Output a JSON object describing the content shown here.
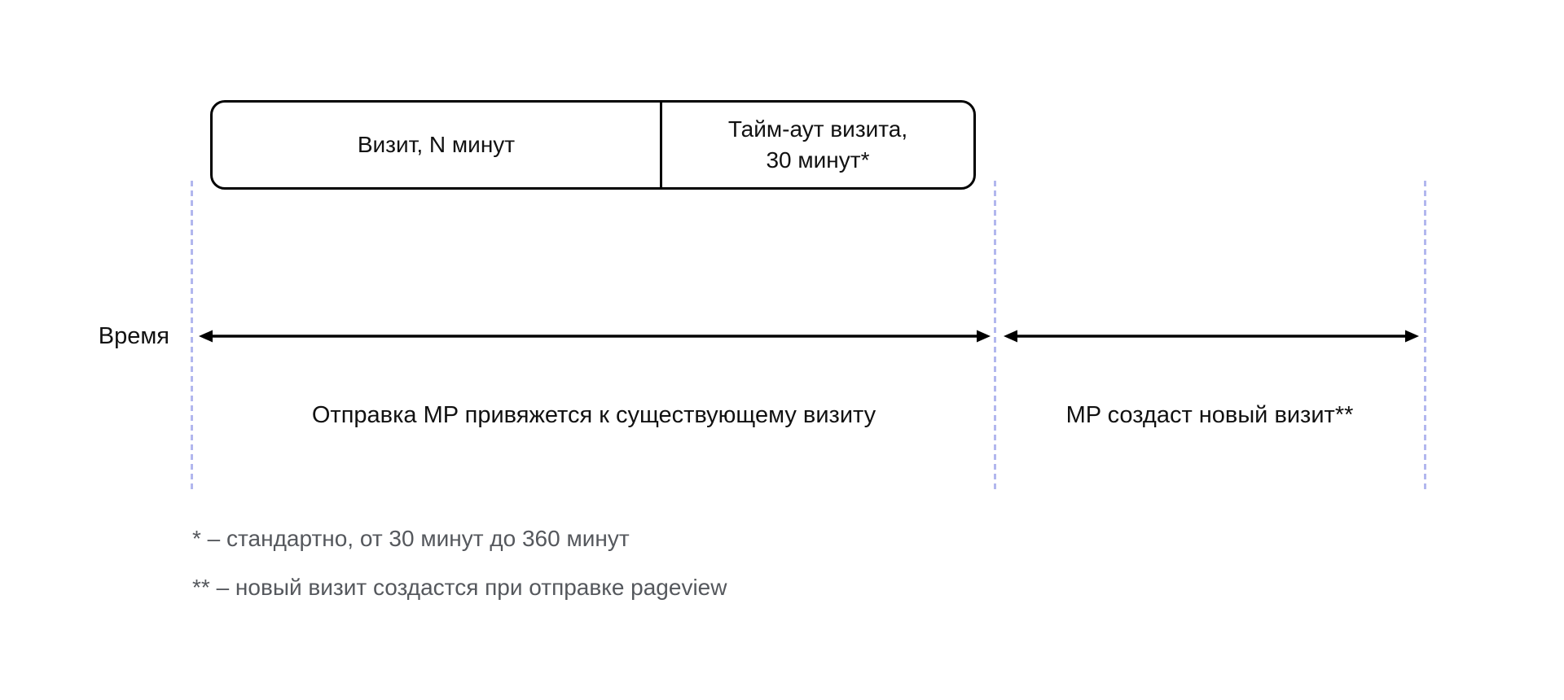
{
  "diagram": {
    "box": {
      "cell1_label": "Визит, N минут",
      "cell2_line1": "Тайм-аут визита,",
      "cell2_line2": "30 минут*"
    },
    "timeline": {
      "axis_label": "Время",
      "segment1_label": "Отправка MP привяжется к существующему визиту",
      "segment2_label": "MP создаст новый визит**"
    },
    "footnotes": {
      "note1": "* – стандартно, от 30 минут до 360 минут",
      "note2": "** – новый визит создастся при отправке pageview"
    },
    "colors": {
      "dashed_line": "#b2b7ee",
      "arrow": "#000000",
      "text": "#111111",
      "footnote_text": "#55585d",
      "box_border": "#000000",
      "background": "#ffffff"
    }
  }
}
